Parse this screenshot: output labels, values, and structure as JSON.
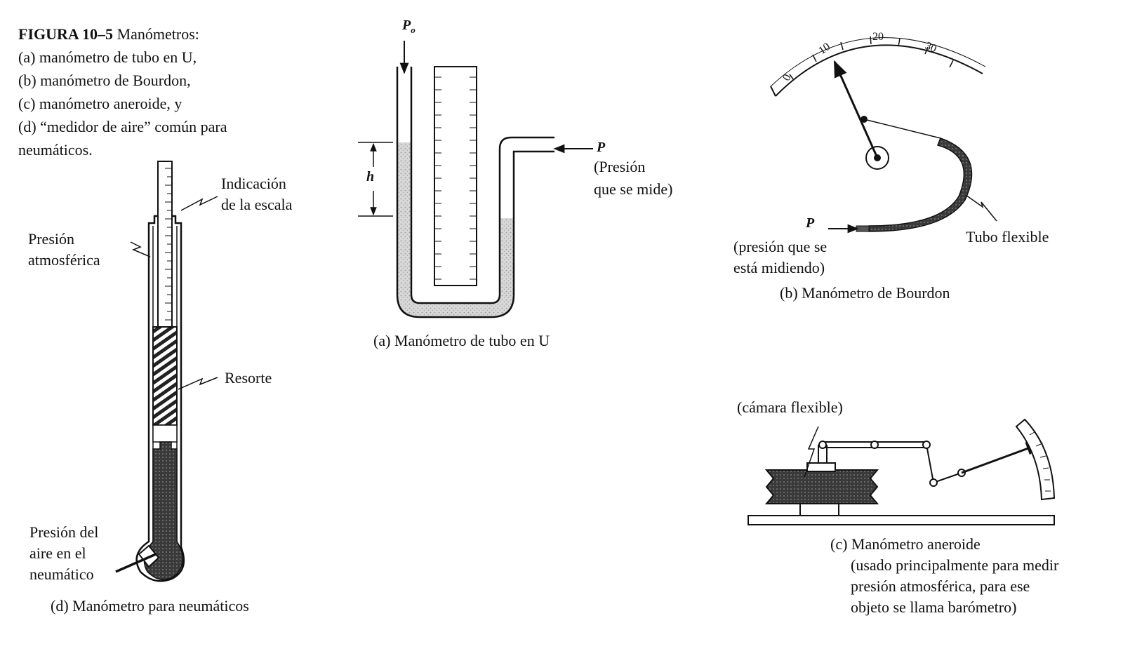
{
  "figure": {
    "number": "FIGURA 10–5",
    "title": "Manómetros:",
    "lines": [
      "(a) manómetro de tubo en U,",
      "(b) manómetro de Bourdon,",
      "(c) manómetro aneroide, y",
      "(d) “medidor de aire” común para",
      "neumáticos."
    ]
  },
  "panel_a": {
    "p0": "P",
    "p0_sub": "o",
    "h": "h",
    "p": "P",
    "p_desc_1": "(Presión",
    "p_desc_2": "que se mide)",
    "caption": "(a) Manómetro de tubo en U"
  },
  "panel_b": {
    "scale": [
      "0",
      "10",
      "20",
      "30"
    ],
    "p": "P",
    "p_desc_1": "(presión que se",
    "p_desc_2": "está midiendo)",
    "tube_label": "Tubo flexible",
    "caption": "(b) Manómetro de Bourdon"
  },
  "panel_c": {
    "chamber_label": "(cámara flexible)",
    "caption_1": "(c) Manómetro aneroide",
    "caption_2": "(usado principalmente para medir",
    "caption_3": "presión atmosférica, para ese",
    "caption_4": "objeto se llama barómetro)"
  },
  "panel_d": {
    "scale_label_1": "Indicación",
    "scale_label_2": "de la escala",
    "atm_label_1": "Presión",
    "atm_label_2": "atmosférica",
    "spring_label": "Resorte",
    "air_label_1": "Presión del",
    "air_label_2": "aire en el",
    "air_label_3": "neumático",
    "caption": "(d) Manómetro para neumáticos"
  }
}
